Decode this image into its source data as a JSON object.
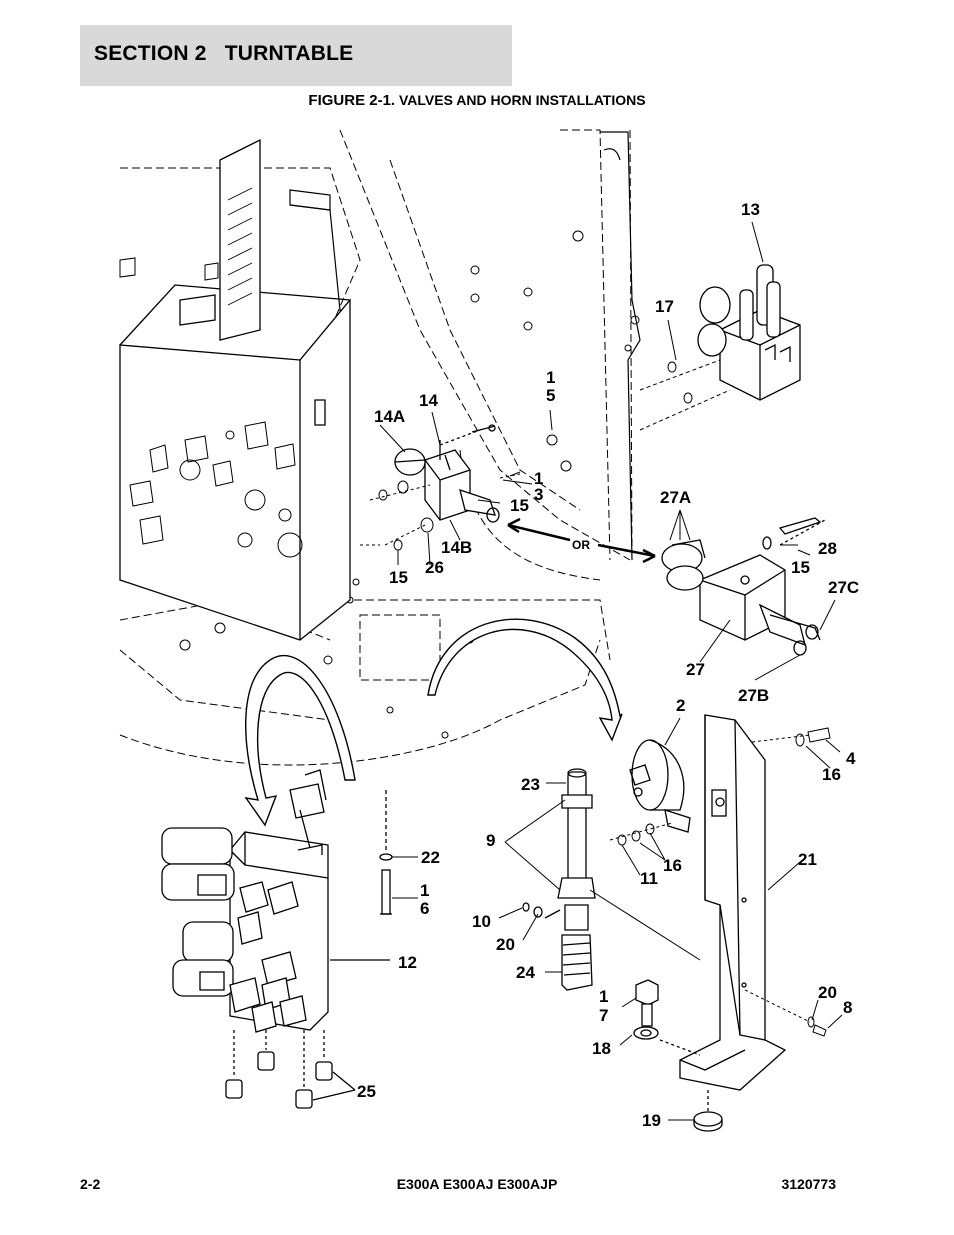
{
  "header": {
    "section": "SECTION 2   TURNTABLE"
  },
  "figure": {
    "number": "FIGURE 2-1.",
    "title": "VALVES AND HORN INSTALLATIONS"
  },
  "callouts": {
    "c13": "13",
    "c17": "17",
    "c1a": "1",
    "c5a": "5",
    "c14": "14",
    "c14a": "14A",
    "c1b": "1",
    "c3": "3",
    "c15a": "15",
    "c27a": "27A",
    "c28": "28",
    "c15b": "15",
    "c27c": "27C",
    "c14b": "14B",
    "c26": "26",
    "c15c": "15",
    "or": "OR",
    "c27": "27",
    "c27b": "27B",
    "c2": "2",
    "c4": "4",
    "c16a": "16",
    "c23": "23",
    "c9": "9",
    "c16b": "16",
    "c11": "11",
    "c21": "21",
    "c22": "22",
    "c1c": "1",
    "c6": "6",
    "c10": "10",
    "c20a": "20",
    "c12": "12",
    "c24": "24",
    "c1d": "1",
    "c7": "7",
    "c20b": "20",
    "c8": "8",
    "c18": "18",
    "c25": "25",
    "c19": "19"
  },
  "footer": {
    "page": "2-2",
    "models": "E300A E300AJ E300AJP",
    "doc_number": "3120773"
  }
}
